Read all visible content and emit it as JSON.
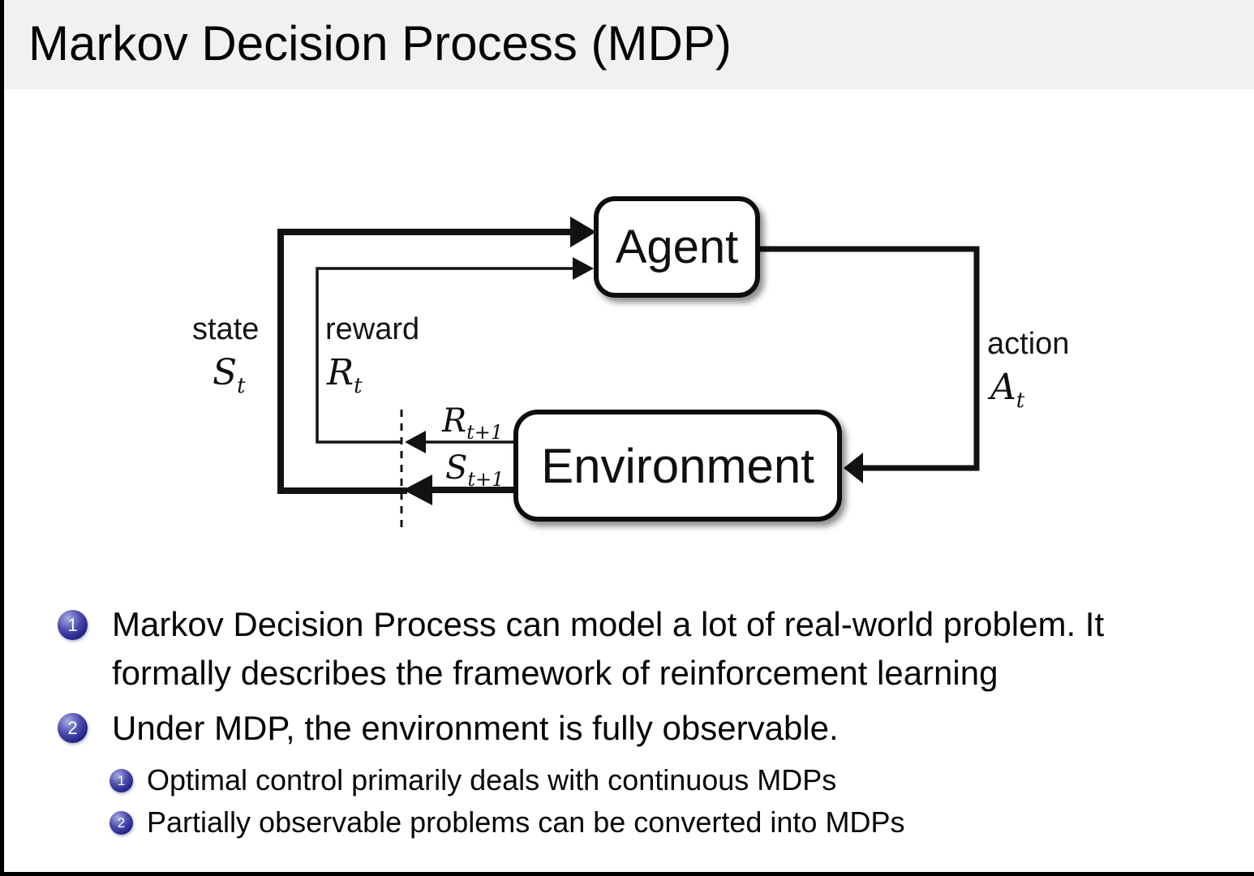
{
  "slide": {
    "title": "Markov Decision Process (MDP)"
  },
  "diagram": {
    "agent_label": "Agent",
    "environment_label": "Environment",
    "state": {
      "word": "state",
      "sym": "S",
      "sub": "t"
    },
    "reward": {
      "word": "reward",
      "sym": "R",
      "sub": "t"
    },
    "action": {
      "word": "action",
      "sym": "A",
      "sub": "t"
    },
    "next_reward": {
      "sym": "R",
      "sub": "t+1"
    },
    "next_state": {
      "sym": "S",
      "sub": "t+1"
    }
  },
  "bullets": {
    "item1": {
      "number": "1",
      "lines": [
        "Markov Decision Process can model a lot of real-world problem. It",
        "formally describes the framework of reinforcement learning"
      ]
    },
    "item2": {
      "number": "2",
      "text": "Under MDP, the environment is fully observable."
    },
    "sub1": {
      "number": "1",
      "text": "Optimal control primarily deals with continuous MDPs"
    },
    "sub2": {
      "number": "2",
      "text": "Partially observable problems can be converted into MDPs"
    }
  },
  "colors": {
    "title_bar_bg": "#f0f1f0",
    "badge_navy": "#2d2d99",
    "line_black": "#121212"
  }
}
